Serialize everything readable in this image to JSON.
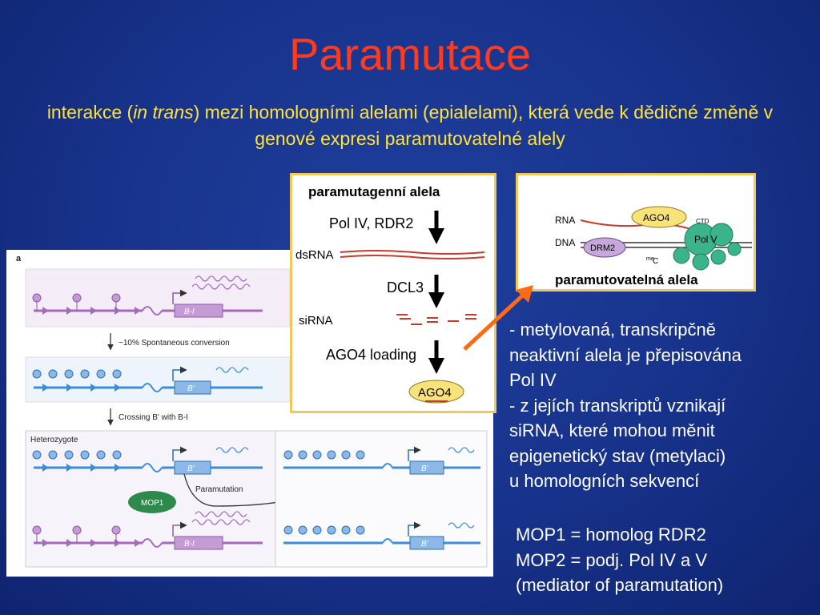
{
  "title": "Paramutace",
  "subtitle": {
    "pre": "interakce (",
    "italic": "in trans",
    "post": ") mezi homologními alelami (epialelami), která vede k dědičné změně v genové expresi paramutovatelné alely"
  },
  "pathway_box": {
    "header": "paramutagenní alela",
    "step1": "Pol IV, RDR2",
    "dsrna": "dsRNA",
    "step2": "DCL3",
    "sirna": "siRNA",
    "step3": "AGO4 loading",
    "ago4": "AGO4"
  },
  "rddm_box": {
    "rna": "RNA",
    "dna": "DNA",
    "ago4": "AGO4",
    "ctd": "CTD",
    "drm2": "DRM2",
    "polv": "Pol V",
    "mec_sup": "me",
    "mec": "C",
    "footer": "paramutovatelná alela"
  },
  "figure_a": {
    "panel_label": "a",
    "allele_b_i": "B-I",
    "allele_b_prime": "B'",
    "step_spontaneous": "~10% Spontaneous conversion",
    "step_crossing": "Crossing B' with B-I",
    "heterozygote": "Heterozygote",
    "paramutation": "Paramutation",
    "mop1": "MOP1"
  },
  "right_text": [
    "- metylovaná, transkripčně",
    "neaktivní alela je přepisována",
    "Pol IV",
    "- z jejích transkriptů vznikají",
    "siRNA, které mohou měnit",
    "epigenetický stav (metylaci)",
    "u homologních sekvencí"
  ],
  "mop_text": [
    "MOP1 = homolog RDR2",
    "MOP2 = podj. Pol IV a V",
    "(mediator of paramutation)"
  ],
  "colors": {
    "background": "#17328a",
    "title": "#ff3b1f",
    "subtitle": "#ffe23a",
    "box_frame": "#f3c85a",
    "arrow": "#ff6a13",
    "purple": "#a46bbd",
    "blue": "#3b8fd9",
    "mop_green": "#2e8a4c"
  }
}
